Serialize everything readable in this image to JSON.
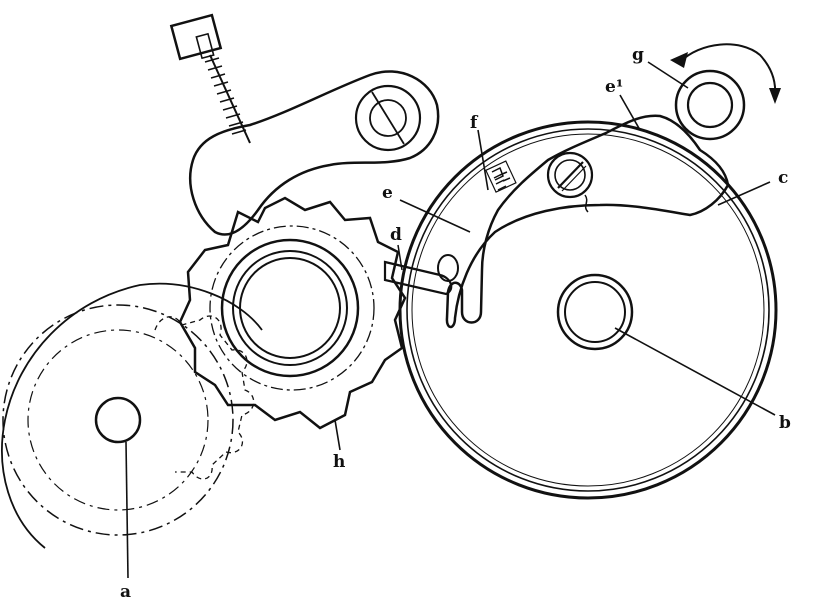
{
  "labels": {
    "a": "a",
    "b": "b",
    "c": "c",
    "d": "d",
    "e": "e",
    "e1": "e¹",
    "f": "f",
    "g": "g",
    "h": "h"
  },
  "colors": {
    "ink": "#111111",
    "paper": "#ffffff"
  }
}
